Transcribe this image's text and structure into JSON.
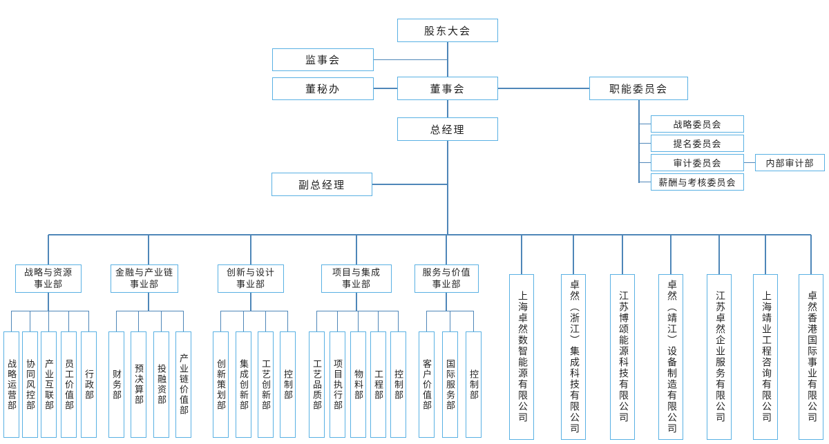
{
  "governance": {
    "shareholders_meeting": "股东大会",
    "supervisory_board": "监事会",
    "board_secretary_office": "董秘办",
    "board_of_directors": "董事会",
    "functional_committees": "职能委员会",
    "general_manager": "总经理",
    "deputy_general_manager": "副总经理",
    "committees": [
      "战略委员会",
      "提名委员会",
      "审计委员会",
      "薪酬与考核委员会"
    ],
    "internal_audit_dept": "内部审计部"
  },
  "divisions": [
    {
      "name": "战略与资源事业部",
      "lines": [
        "战略与资源",
        "事业部"
      ],
      "departments": [
        "战略运营部",
        "协同风控部",
        "产业互联部",
        "员工价值部",
        "行政部"
      ]
    },
    {
      "name": "金融与产业链事业部",
      "lines": [
        "金融与产业链",
        "事业部"
      ],
      "departments": [
        "财务部",
        "预决算部",
        "投融资部",
        "产业链价值部"
      ]
    },
    {
      "name": "创新与设计事业部",
      "lines": [
        "创新与设计",
        "事业部"
      ],
      "departments": [
        "创新策划部",
        "集成创新部",
        "工艺创新部",
        "控制部"
      ]
    },
    {
      "name": "项目与集成事业部",
      "lines": [
        "项目与集成",
        "事业部"
      ],
      "departments": [
        "工艺品质部",
        "项目执行部",
        "物料部",
        "工程部",
        "控制部"
      ]
    },
    {
      "name": "服务与价值事业部",
      "lines": [
        "服务与价值",
        "事业部"
      ],
      "departments": [
        "客户价值部",
        "国际服务部",
        "控制部"
      ]
    }
  ],
  "subsidiaries": [
    "上海卓然数智能源有限公司",
    "卓然（浙江）集成科技有限公司",
    "江苏博颂能源科技有限公司",
    "卓然（靖江）设备制造有限公司",
    "江苏卓然企业服务有限公司",
    "上海靖业工程咨询有限公司",
    "卓然香港国际事业有限公司"
  ],
  "colors": {
    "box_border": "#58B0E3",
    "connector": "#4E86B8",
    "text": "#1F1F1F",
    "background": "#FFFFFF"
  }
}
